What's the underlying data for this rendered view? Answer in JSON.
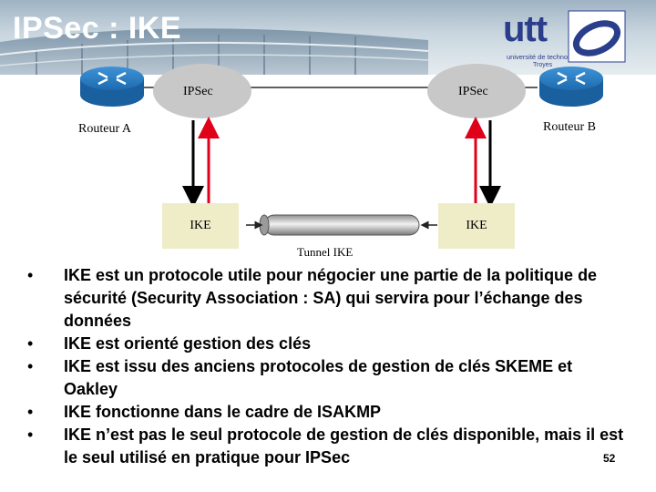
{
  "header": {
    "title": "IPSec : IKE",
    "logo_text": "utt",
    "logo_subtitle": "université de technologie",
    "logo_city": "Troyes"
  },
  "diagram": {
    "router_left_label": "Routeur A",
    "router_right_label": "Routeur B",
    "ipsec_left_label": "IPSec",
    "ipsec_right_label": "IPSec",
    "ike_left_label": "IKE",
    "ike_right_label": "IKE",
    "tunnel_label": "Tunnel IKE",
    "colors": {
      "router": "#1e6fb8",
      "ellipse": "#c8c8c8",
      "ike_box": "#efecc8",
      "arrow_red": "#e0001a",
      "arrow_black": "#000000"
    }
  },
  "bullets": [
    "IKE est un protocole utile pour négocier une partie de la politique de sécurité (Security Association : SA) qui servira pour l’échange des données",
    "IKE est orienté gestion des clés",
    "IKE est issu des anciens protocoles de gestion de clés SKEME et Oakley",
    "IKE fonctionne dans le cadre de ISAKMP",
    "IKE n’est pas le seul protocole de gestion de clés disponible, mais il est le seul utilisé en pratique pour IPSec"
  ],
  "page_number": "52"
}
